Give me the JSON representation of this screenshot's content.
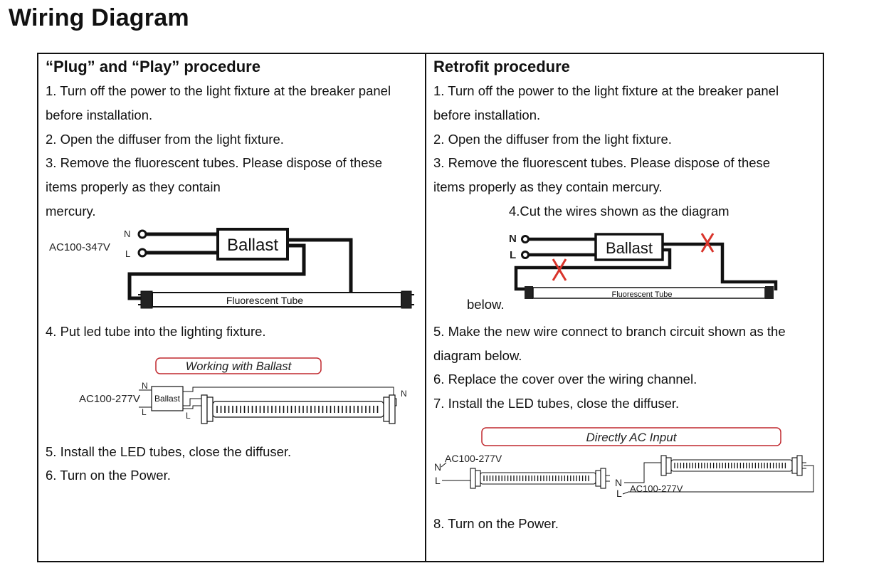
{
  "title": "Wiring Diagram",
  "left": {
    "heading": "“Plug” and “Play” procedure",
    "lines": [
      "1. Turn off the power to the light fixture at the breaker panel",
      "before installation.",
      "2. Open the diffuser from the light fixture.",
      "3. Remove the fluorescent tubes. Please dispose of these",
      "items properly as they contain",
      "mercury."
    ],
    "diagram1": {
      "voltage": "AC100-347V",
      "n": "N",
      "l": "L",
      "ballast": "Ballast",
      "tube": "Fluorescent Tube"
    },
    "step4": "4. Put led tube into the lighting fixture.",
    "diagram2": {
      "banner": "Working with Ballast",
      "voltage": "AC100-277V",
      "n_left": "N",
      "l_left": "L",
      "ballast": "Ballast",
      "l_mid": "L",
      "n_right": "N"
    },
    "step5": "5. Install the LED tubes, close the diffuser.",
    "step6": "6. Turn on the Power."
  },
  "right": {
    "heading": "Retrofit procedure",
    "lines": [
      "1. Turn off the power to the light fixture at the breaker panel",
      "before installation.",
      "2. Open the diffuser from the light fixture.",
      "3. Remove the fluorescent tubes. Please dispose of these",
      "items properly as they contain mercury."
    ],
    "step4": "4.Cut the wires shown as the diagram",
    "below": "below.",
    "diagram1": {
      "n": "N",
      "l": "L",
      "ballast": "Ballast",
      "tube": "Fluorescent Tube"
    },
    "lines2": [
      "5. Make the new wire connect to branch circuit shown as the",
      "diagram below.",
      "6. Replace the cover over the wiring channel.",
      "7. Install the LED tubes, close the diffuser."
    ],
    "diagram2": {
      "banner": "Directly AC Input",
      "voltage1": "AC100-277V",
      "n1": "N",
      "l1": "L",
      "n2": "N",
      "l2": "L",
      "voltage2": "AC100-277V"
    },
    "step8": "8. Turn on the Power."
  },
  "colors": {
    "cut_mark": "#d9342b",
    "banner_border": "#c0282e",
    "wire": "#111111"
  }
}
